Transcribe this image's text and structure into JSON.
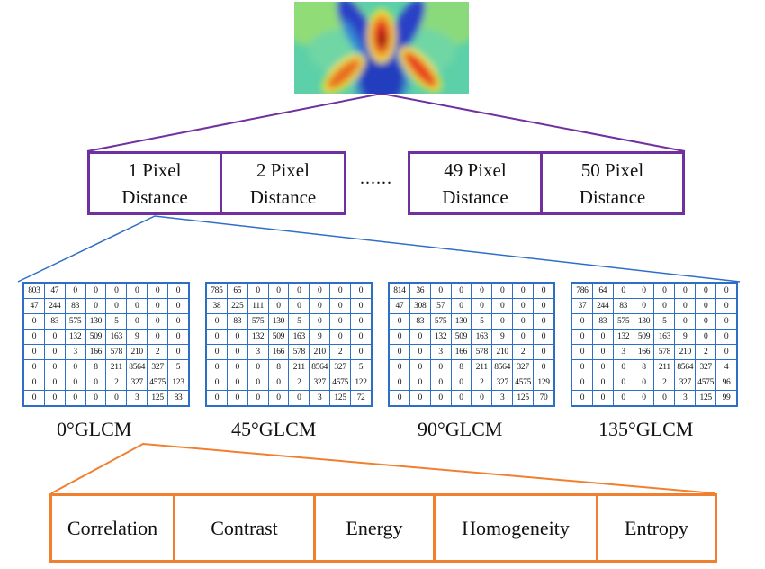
{
  "colors": {
    "distance_border": "#7030a0",
    "glcm_border": "#2e6fc6",
    "feature_border": "#f08030"
  },
  "top_image": {
    "description": "wavelet coefficient heatmap (jet colormap)"
  },
  "distances": {
    "left": [
      {
        "line1": "1 Pixel",
        "line2": "Distance"
      },
      {
        "line1": "2 Pixel",
        "line2": "Distance"
      }
    ],
    "ellipsis": "......",
    "right": [
      {
        "line1": "49 Pixel",
        "line2": "Distance"
      },
      {
        "line1": "50 Pixel",
        "line2": "Distance"
      }
    ]
  },
  "glcms": [
    {
      "label": "0°GLCM",
      "matrix": [
        [
          803,
          47,
          0,
          0,
          0,
          0,
          0,
          0
        ],
        [
          47,
          244,
          83,
          0,
          0,
          0,
          0,
          0
        ],
        [
          0,
          83,
          575,
          130,
          5,
          0,
          0,
          0
        ],
        [
          0,
          0,
          132,
          509,
          163,
          9,
          0,
          0
        ],
        [
          0,
          0,
          3,
          166,
          578,
          210,
          2,
          0
        ],
        [
          0,
          0,
          0,
          8,
          211,
          8564,
          327,
          5
        ],
        [
          0,
          0,
          0,
          0,
          2,
          327,
          4575,
          123
        ],
        [
          0,
          0,
          0,
          0,
          0,
          3,
          125,
          83
        ]
      ]
    },
    {
      "label": "45°GLCM",
      "matrix": [
        [
          785,
          65,
          0,
          0,
          0,
          0,
          0,
          0
        ],
        [
          38,
          225,
          111,
          0,
          0,
          0,
          0,
          0
        ],
        [
          0,
          83,
          575,
          130,
          5,
          0,
          0,
          0
        ],
        [
          0,
          0,
          132,
          509,
          163,
          9,
          0,
          0
        ],
        [
          0,
          0,
          3,
          166,
          578,
          210,
          2,
          0
        ],
        [
          0,
          0,
          0,
          8,
          211,
          8564,
          327,
          5
        ],
        [
          0,
          0,
          0,
          0,
          2,
          327,
          4575,
          122
        ],
        [
          0,
          0,
          0,
          0,
          0,
          3,
          125,
          72
        ]
      ]
    },
    {
      "label": "90°GLCM",
      "matrix": [
        [
          814,
          36,
          0,
          0,
          0,
          0,
          0,
          0
        ],
        [
          47,
          308,
          57,
          0,
          0,
          0,
          0,
          0
        ],
        [
          0,
          83,
          575,
          130,
          5,
          0,
          0,
          0
        ],
        [
          0,
          0,
          132,
          509,
          163,
          9,
          0,
          0
        ],
        [
          0,
          0,
          3,
          166,
          578,
          210,
          2,
          0
        ],
        [
          0,
          0,
          0,
          8,
          211,
          8564,
          327,
          0
        ],
        [
          0,
          0,
          0,
          0,
          2,
          327,
          4575,
          129
        ],
        [
          0,
          0,
          0,
          0,
          0,
          3,
          125,
          70
        ]
      ]
    },
    {
      "label": "135°GLCM",
      "matrix": [
        [
          786,
          64,
          0,
          0,
          0,
          0,
          0,
          0
        ],
        [
          37,
          244,
          83,
          0,
          0,
          0,
          0,
          0
        ],
        [
          0,
          83,
          575,
          130,
          5,
          0,
          0,
          0
        ],
        [
          0,
          0,
          132,
          509,
          163,
          9,
          0,
          0
        ],
        [
          0,
          0,
          3,
          166,
          578,
          210,
          2,
          0
        ],
        [
          0,
          0,
          0,
          8,
          211,
          8564,
          327,
          4
        ],
        [
          0,
          0,
          0,
          0,
          2,
          327,
          4575,
          96
        ],
        [
          0,
          0,
          0,
          0,
          0,
          3,
          125,
          99
        ]
      ]
    }
  ],
  "features": [
    "Correlation",
    "Contrast",
    "Energy",
    "Homogeneity",
    "Entropy"
  ]
}
